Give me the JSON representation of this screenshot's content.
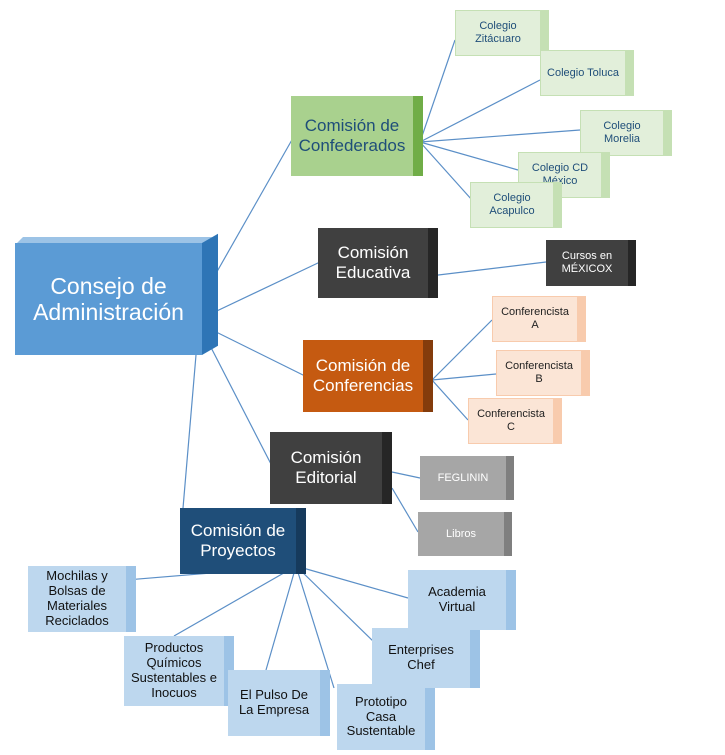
{
  "root": {
    "label": "Consejo de Administración"
  },
  "branches": [
    {
      "label": "Comisión de Confederados",
      "children": [
        "Colegio Zitácuaro",
        "Colegio Toluca",
        "Colegio Morelia",
        "Colegio CD México",
        "Colegio Acapulco"
      ]
    },
    {
      "label": "Comisión Educativa",
      "children": [
        "Cursos en MÉXICOX"
      ]
    },
    {
      "label": "Comisión de Conferencias",
      "children": [
        "Conferencista A",
        "Conferencista B",
        "Conferencista C"
      ]
    },
    {
      "label": "Comisión Editorial",
      "children": [
        "FEGLININ",
        "Libros"
      ]
    },
    {
      "label": "Comisión de Proyectos",
      "children": [
        "Mochilas y Bolsas de Materiales Reciclados",
        "Productos Químicos Sustentables e Inocuos",
        "El Pulso De La Empresa",
        "Prototipo Casa Sustentable",
        "Enterprises Chef",
        "Academia Virtual"
      ]
    }
  ],
  "colors": {
    "root": "#5b9bd5",
    "confederados": "#a9d18e",
    "confederados_child": "#e2efda",
    "educativa": "#404040",
    "conferencias": "#c55a11",
    "conferencias_child": "#fbe5d6",
    "editorial": "#404040",
    "editorial_child": "#a6a6a6",
    "proyectos": "#1f4e79",
    "proyectos_child": "#bdd7ee",
    "connector": "#5b8fc7"
  }
}
